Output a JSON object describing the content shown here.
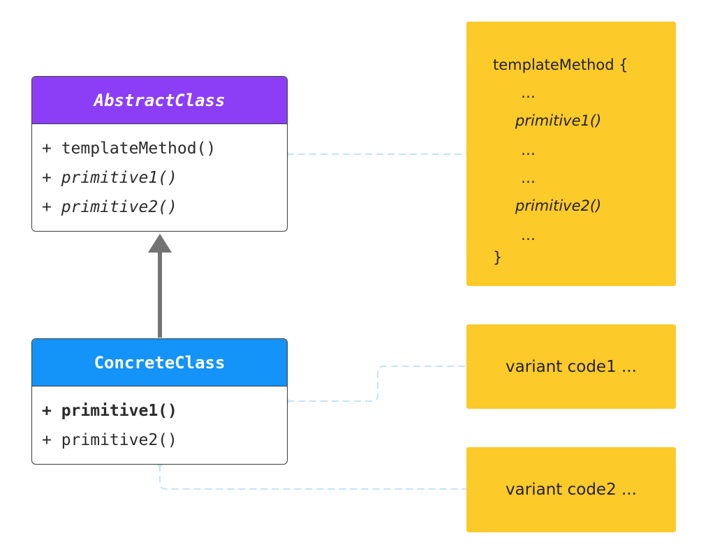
{
  "abstract_class": {
    "name": "AbstractClass",
    "header_color": "#8b3ef6",
    "members": [
      "+ templateMethod()",
      "+ primitive1()",
      "+ primitive2()"
    ]
  },
  "concrete_class": {
    "name": "ConcreteClass",
    "header_color": "#1493f9",
    "members": [
      "+ primitive1()",
      "+ primitive2()"
    ]
  },
  "template_note": {
    "color": "#fcca29",
    "lines": [
      "templateMethod {",
      "…",
      "primitive1()",
      "…",
      "…",
      "primitive2()",
      "…",
      "}"
    ]
  },
  "variant_notes": [
    "variant code1 ...",
    "variant code2 ..."
  ],
  "connector_color": "#c4e3f7",
  "arrow_color": "#737373"
}
